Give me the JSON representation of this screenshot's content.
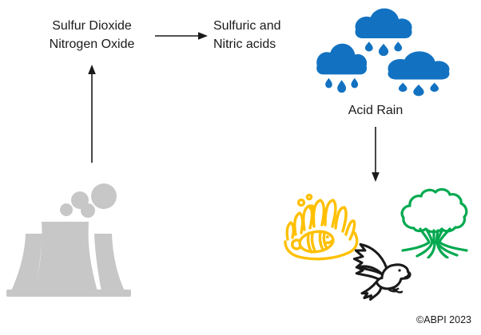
{
  "diagram": {
    "nodes": {
      "emissions": {
        "line1": "Sulfur Dioxide",
        "line2": "Nitrogen Oxide"
      },
      "acids": {
        "line1": "Sulfuric and",
        "line2": "Nitric acids"
      },
      "acid_rain": {
        "label": "Acid Rain"
      }
    },
    "icons": {
      "power_plant": "power-plant-cooling-towers",
      "rain_cloud": "rain-cloud-with-drops",
      "rain_cloud_count": 3,
      "coral": "sea-anemone-with-clownfish",
      "bird": "eagle",
      "tree": "mangrove-tree"
    },
    "arrows": [
      "plant-to-emissions-up",
      "emissions-to-acids-right",
      "acid-rain-to-ecosystem-down"
    ],
    "colors": {
      "cloud_blue": "#1272C1",
      "coral_yellow": "#FFC000",
      "tree_green": "#00A94F",
      "plant_gray": "#C7C7C7",
      "ink": "#1A1A1A"
    },
    "footer": {
      "copyright": "©ABPI 2023"
    }
  }
}
